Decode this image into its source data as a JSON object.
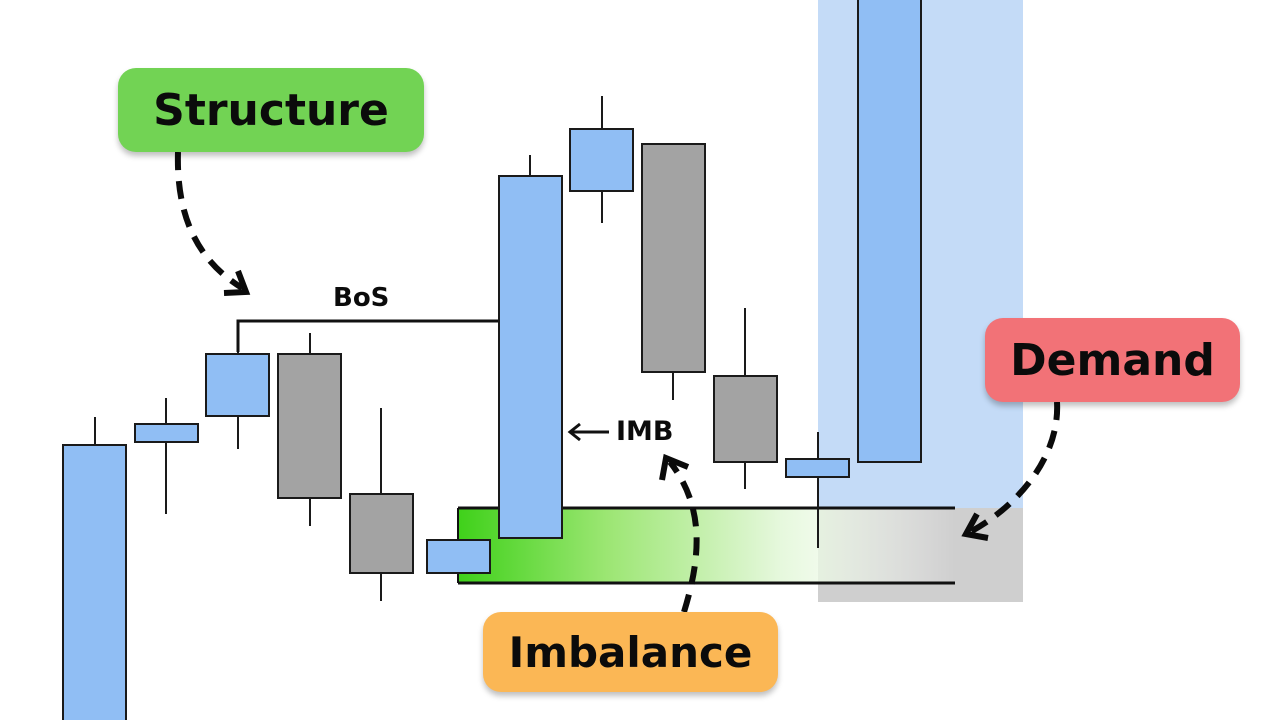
{
  "labels": {
    "structure": "Structure",
    "demand": "Demand",
    "imbalance": "Imbalance",
    "bos": "BoS",
    "imb": "IMB"
  },
  "colors": {
    "bullish": "#90bef4",
    "bearish": "#a3a3a3",
    "outline": "#1a1a1a",
    "structure_pill": "#72d354",
    "demand_pill": "#f27277",
    "imbalance_pill": "#fbb755",
    "demand_zone": "#c4dbf7",
    "demand_zone_lower": "#cfcfcf",
    "imbalance_gradient_start": "#3fd11a",
    "imbalance_gradient_end": "#ffffff"
  },
  "icons": [
    "curved-dashed-arrow-icon",
    "left-arrow-icon"
  ]
}
